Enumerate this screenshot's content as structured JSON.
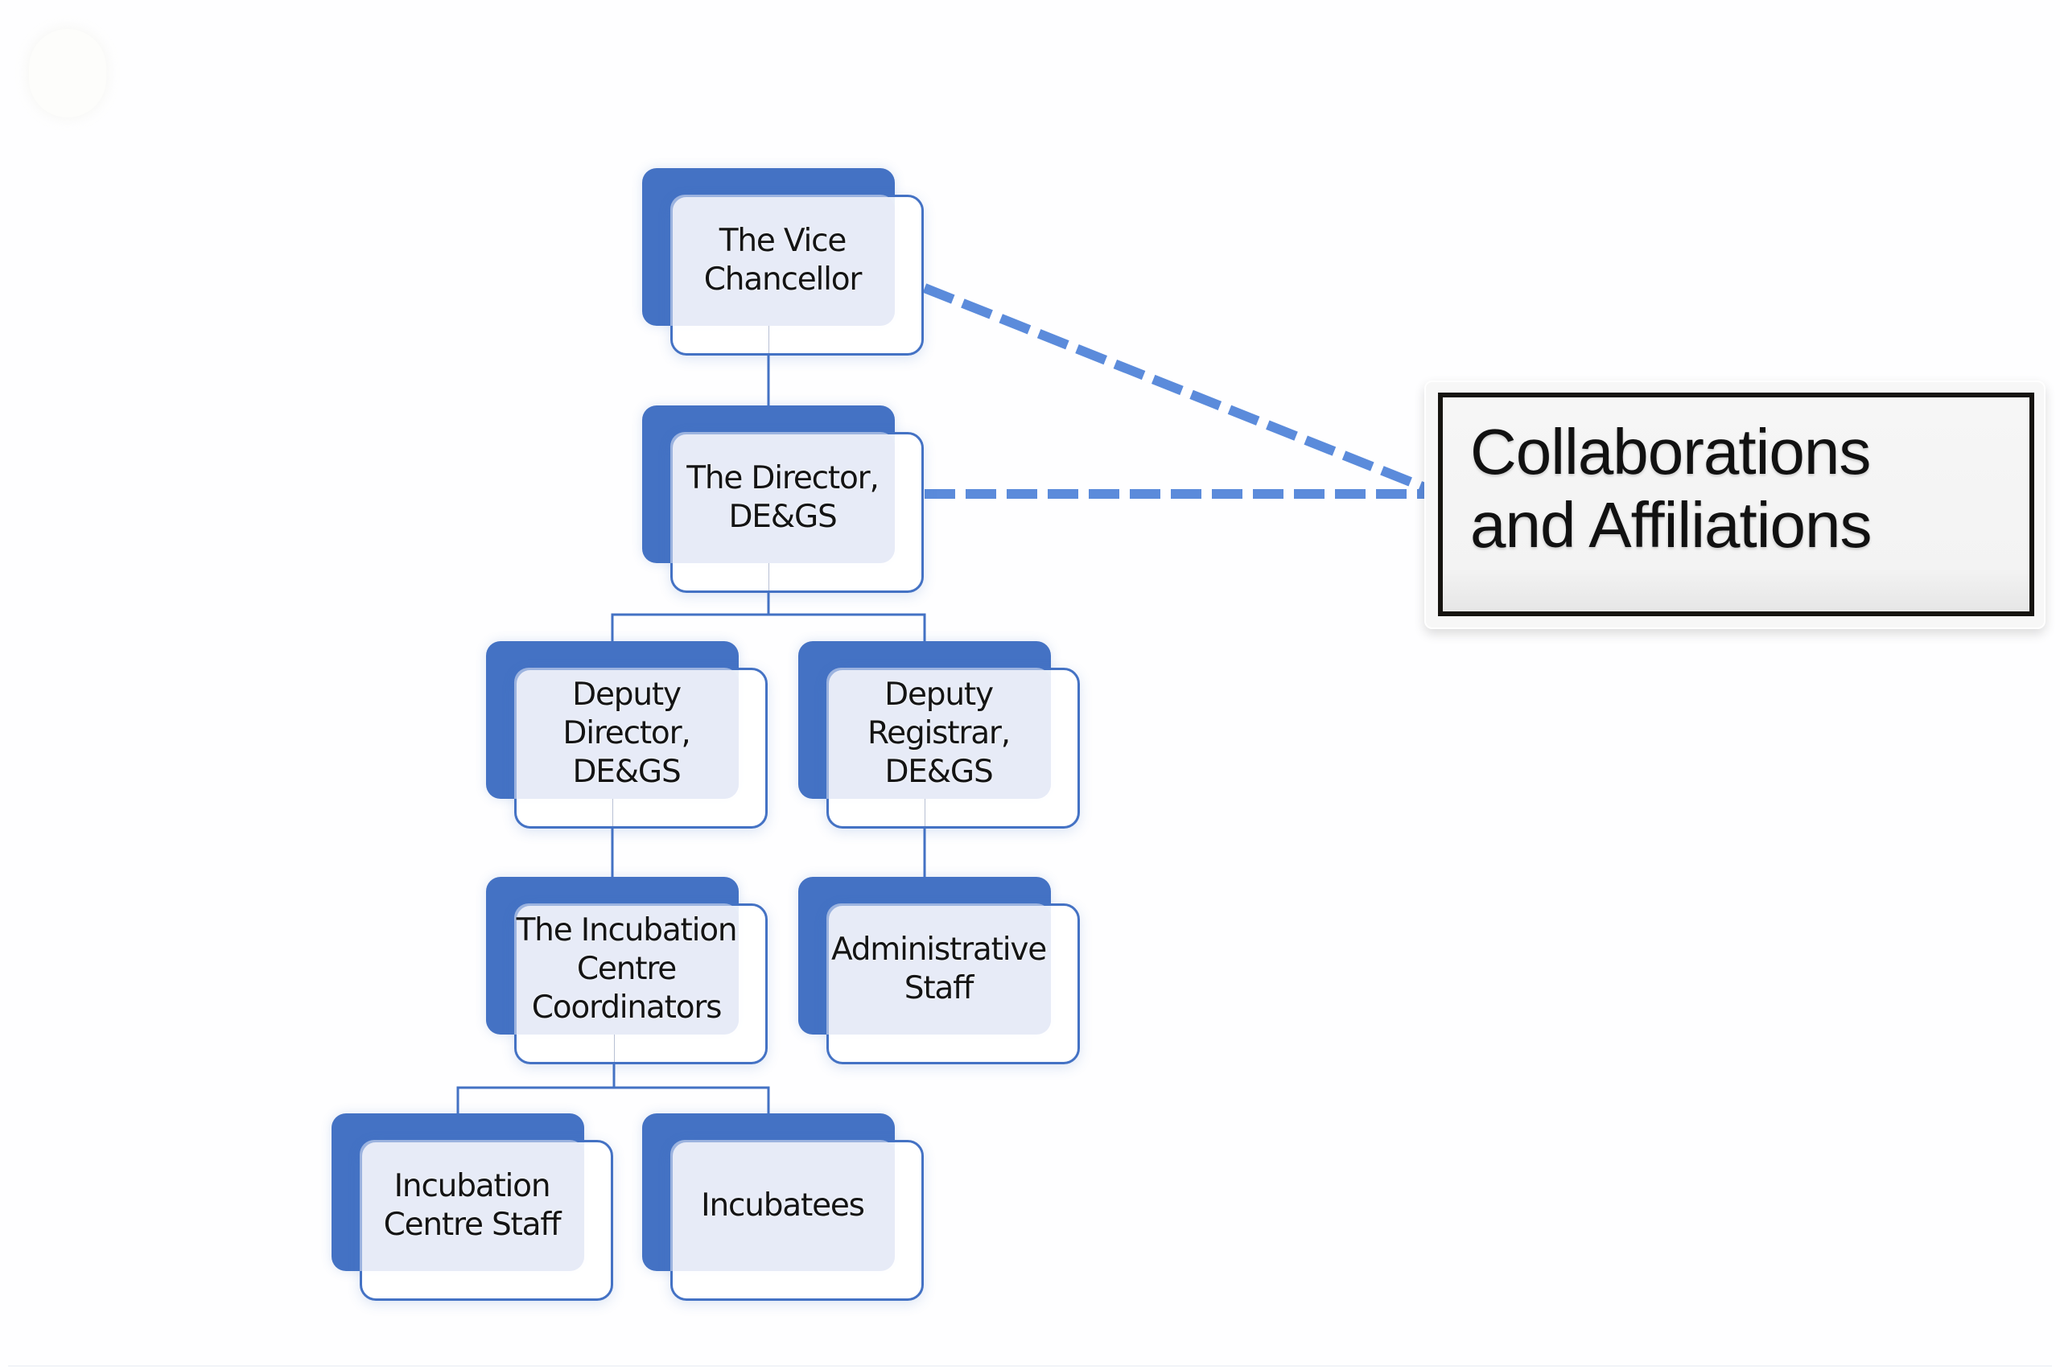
{
  "diagram": {
    "type": "organizational-chart",
    "colors": {
      "node_fill": "#4472c4",
      "node_border": "#4472c4",
      "connector": "#4472c4",
      "dashed_link": "#5b8bdb",
      "collab_border": "#161410"
    },
    "nodes": [
      {
        "id": "vice-chancellor",
        "label": "The Vice\nChancellor"
      },
      {
        "id": "director",
        "label": "The Director,\nDE&GS"
      },
      {
        "id": "deputy-director",
        "label": "Deputy\nDirector,\nDE&GS"
      },
      {
        "id": "deputy-registrar",
        "label": "Deputy\nRegistrar,\nDE&GS"
      },
      {
        "id": "incubation-coordinators",
        "label": "The Incubation\nCentre\nCoordinators"
      },
      {
        "id": "administrative-staff",
        "label": "Administrative\nStaff"
      },
      {
        "id": "incubation-centre-staff",
        "label": "Incubation\nCentre Staff"
      },
      {
        "id": "incubatees",
        "label": "Incubatees"
      }
    ],
    "edges": [
      {
        "from": "vice-chancellor",
        "to": "director",
        "style": "solid"
      },
      {
        "from": "director",
        "to": "deputy-director",
        "style": "solid"
      },
      {
        "from": "director",
        "to": "deputy-registrar",
        "style": "solid"
      },
      {
        "from": "deputy-director",
        "to": "incubation-coordinators",
        "style": "solid"
      },
      {
        "from": "deputy-registrar",
        "to": "administrative-staff",
        "style": "solid"
      },
      {
        "from": "incubation-coordinators",
        "to": "incubation-centre-staff",
        "style": "solid"
      },
      {
        "from": "incubation-coordinators",
        "to": "incubatees",
        "style": "solid"
      },
      {
        "from": "vice-chancellor",
        "to": "collaborations",
        "style": "dashed"
      },
      {
        "from": "director",
        "to": "collaborations",
        "style": "dashed"
      }
    ],
    "collaborations": {
      "id": "collaborations",
      "label": "Collaborations\nand Affiliations"
    }
  }
}
